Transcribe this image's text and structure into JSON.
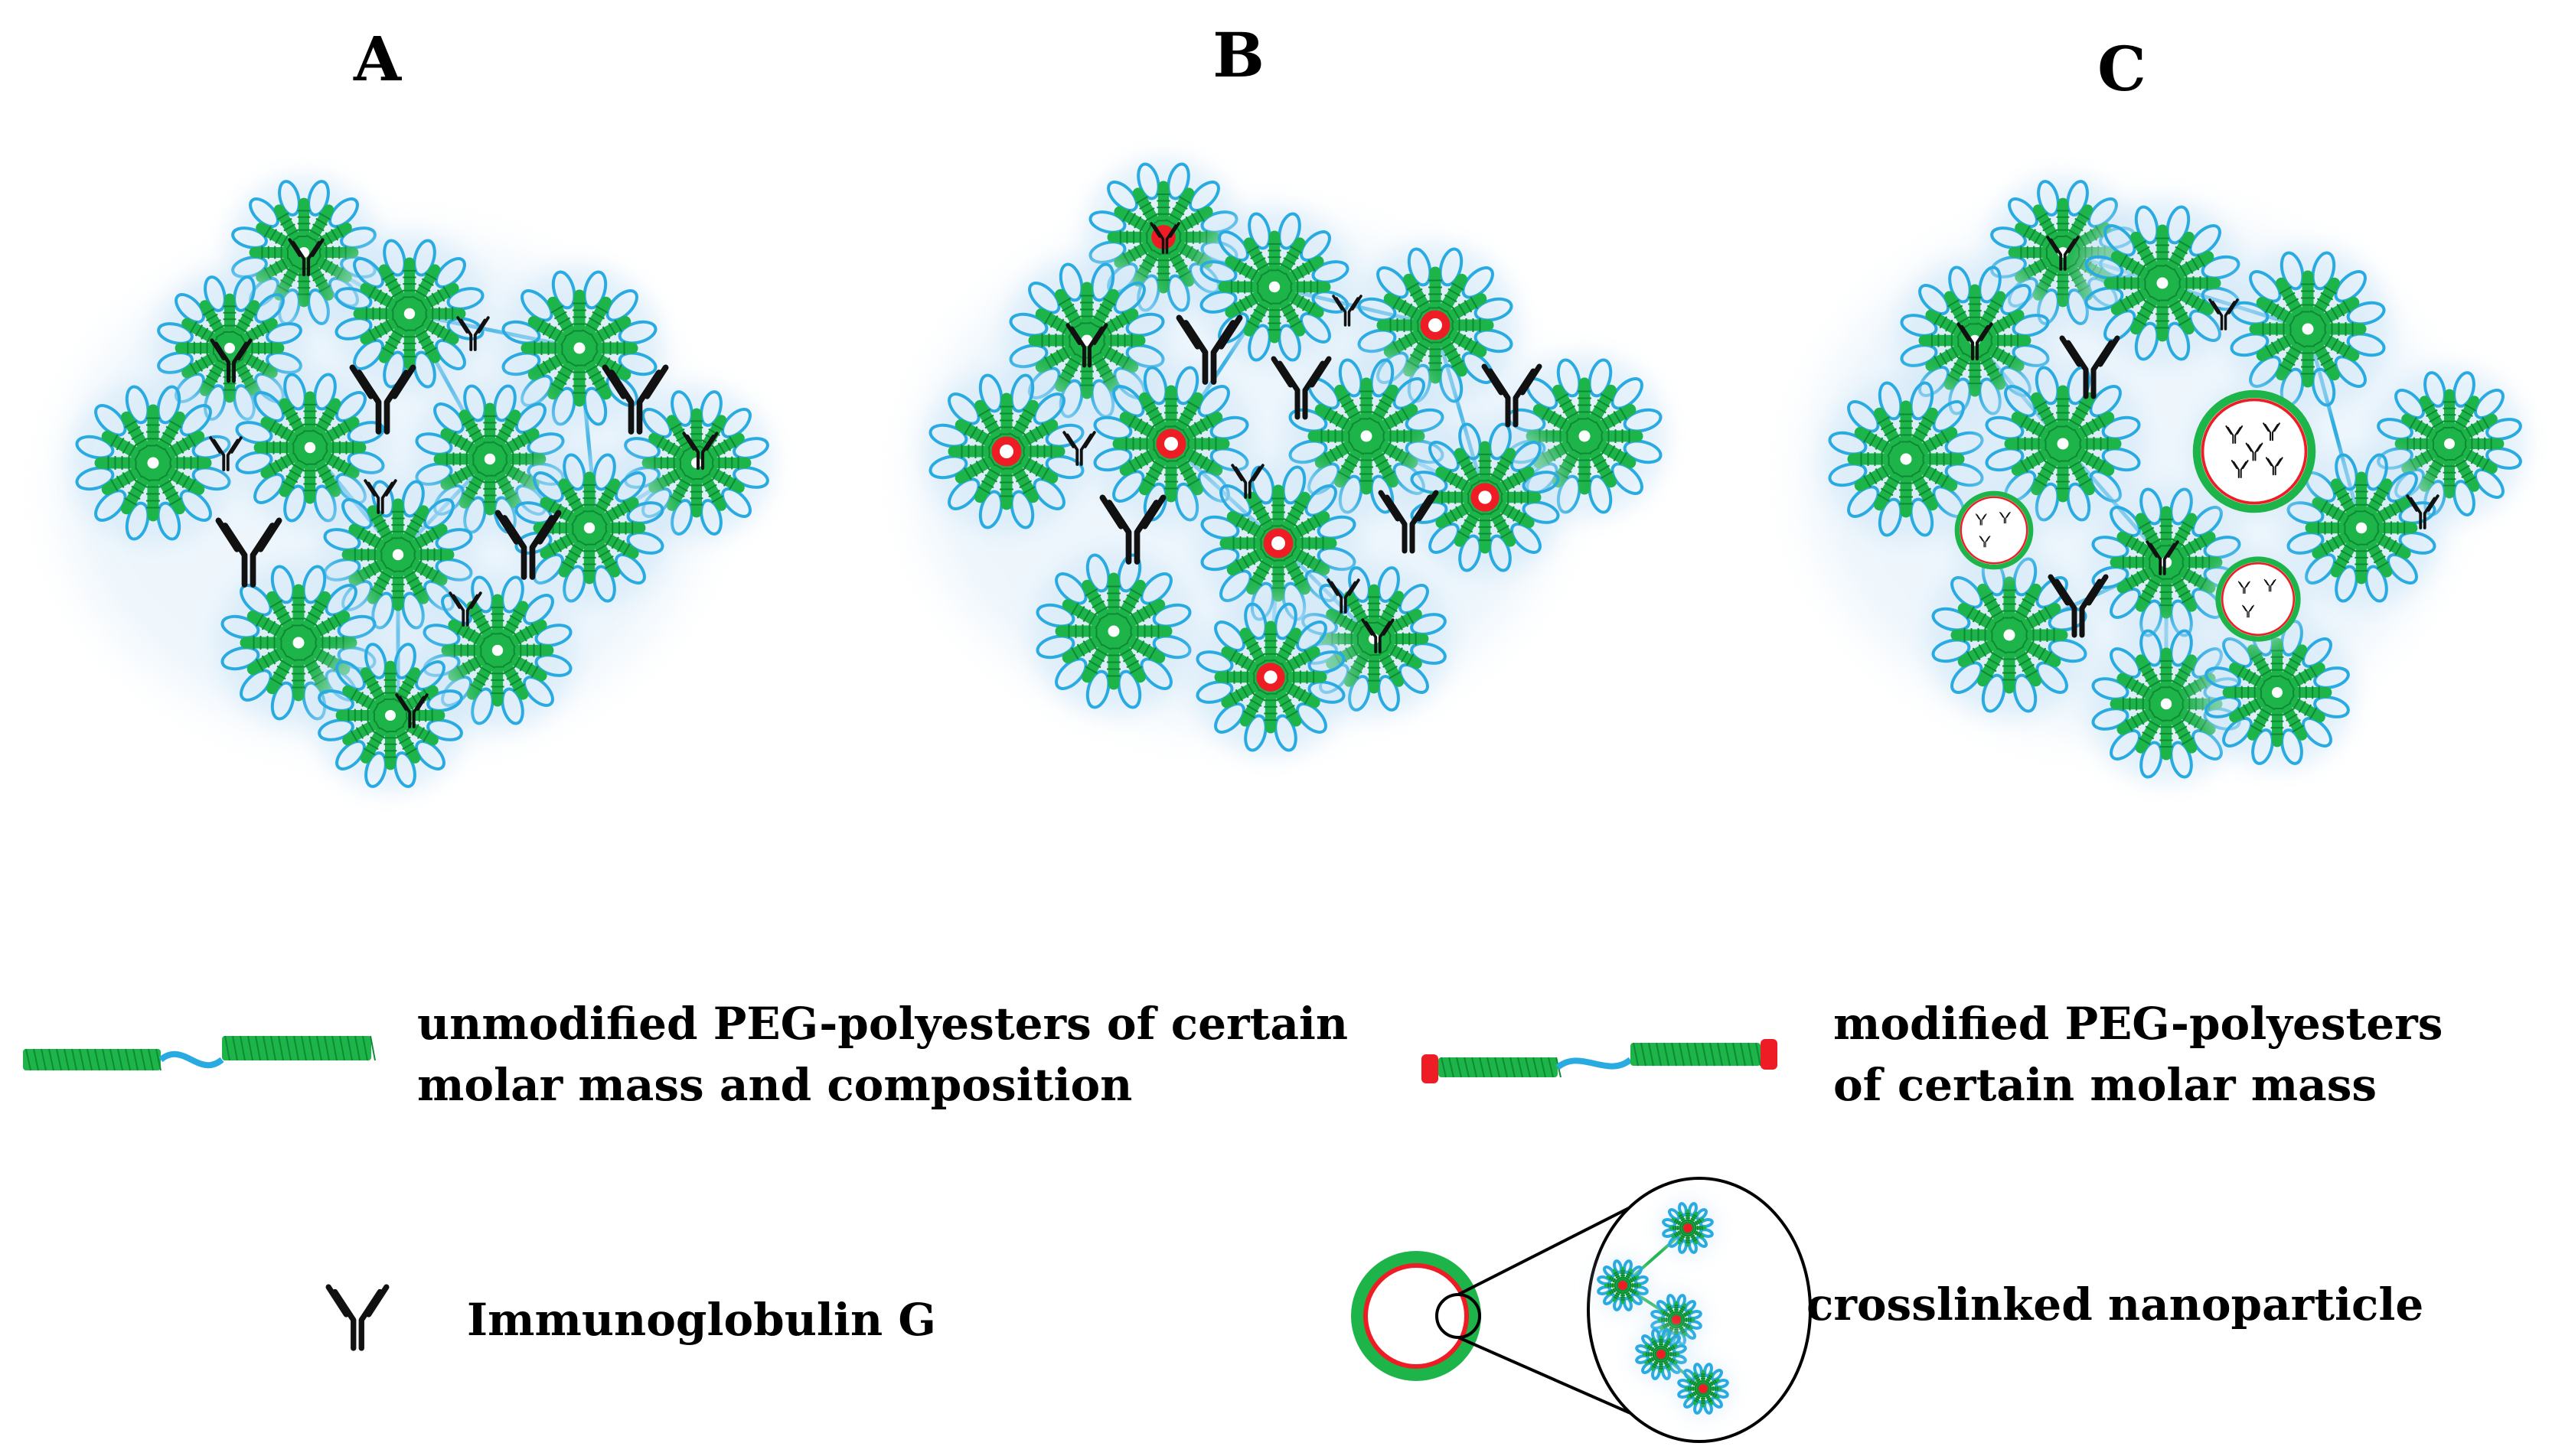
{
  "panels": [
    {
      "label": "A"
    },
    {
      "label": "B"
    },
    {
      "label": "C"
    }
  ],
  "legend": {
    "unmodified": {
      "line1": "unmodified PEG-polyesters of certain",
      "line2": "molar mass and composition"
    },
    "modified": {
      "line1": "modified PEG-polyesters",
      "line2": "of certain molar mass"
    },
    "igg": {
      "label": "Immunoglobulin G"
    },
    "nanoparticle": {
      "label": "crosslinked nanoparticle"
    }
  },
  "colors": {
    "peg_green": "#1db44a",
    "peg_blue": "#29abe2",
    "modified_red": "#ee1c24",
    "antibody": "#111111",
    "halo": "#cfe6f7"
  }
}
